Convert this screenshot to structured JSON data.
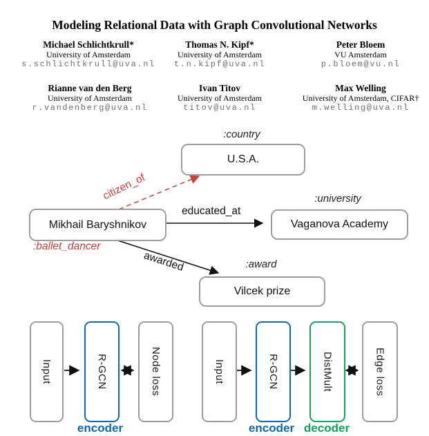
{
  "paper": {
    "title": "Modeling Relational Data with Graph Convolutional Networks",
    "authors": [
      {
        "name": "Michael Schlichtkrull*",
        "affiliation": "University of Amsterdam",
        "email": "s.schlichtkrull@uva.nl"
      },
      {
        "name": "Thomas N. Kipf*",
        "affiliation": "University of Amsterdam",
        "email": "t.n.kipf@uva.nl"
      },
      {
        "name": "Peter Bloem",
        "affiliation": "VU Amsterdam",
        "email": "p.bloem@vu.nl"
      },
      {
        "name": "Rianne van den Berg",
        "affiliation": "University of Amsterdam",
        "email": "r.vandenberg@uva.nl"
      },
      {
        "name": "Ivan Titov",
        "affiliation": "University of Amsterdam",
        "email": "titov@uva.nl"
      },
      {
        "name": "Max Welling",
        "affiliation": "University of Amsterdam, CIFAR†",
        "email": "m.welling@uva.nl"
      }
    ]
  },
  "knowledge_graph": {
    "nodes": [
      {
        "label": "U.S.A.",
        "type": ":country"
      },
      {
        "label": "Mikhail Baryshnikov",
        "type": ":ballet_dancer"
      },
      {
        "label": "Vaganova Academy",
        "type": ":university"
      },
      {
        "label": "Vilcek prize",
        "type": ":award"
      }
    ],
    "edges": [
      {
        "label": "citizen_of",
        "style": "dashed",
        "color": "#c8403c"
      },
      {
        "label": "educated_at",
        "style": "solid",
        "color": "#111111"
      },
      {
        "label": "awarded",
        "style": "solid",
        "color": "#111111"
      }
    ]
  },
  "pipelines": {
    "left": {
      "blocks": [
        "Input",
        "R-GCN",
        "Node loss"
      ],
      "captions": [
        "encoder"
      ]
    },
    "right": {
      "blocks": [
        "Input",
        "R-GCN",
        "DistMult",
        "Edge loss"
      ],
      "captions": [
        "encoder",
        "decoder"
      ]
    }
  },
  "colors": {
    "encoder_blue": "#1467a8",
    "decoder_green": "#17a05f",
    "relation_red": "#c8403c",
    "box_gray": "#9e9e9e"
  }
}
